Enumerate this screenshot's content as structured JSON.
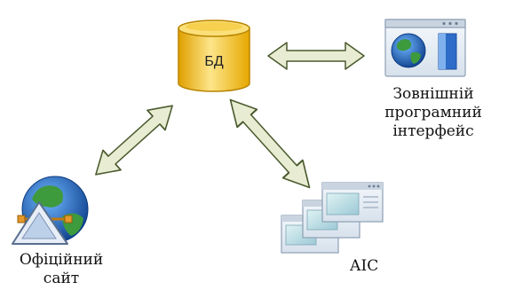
{
  "diagram": {
    "database": {
      "label": "БД",
      "icon": "database-cylinder-icon"
    },
    "external_api": {
      "label_lines": [
        "Зовнішній",
        "програмний",
        "інтерфейс"
      ],
      "icon": "browser-window-globe-icon"
    },
    "official_site": {
      "label_lines": [
        "Офіційний",
        "сайт"
      ],
      "icon": "globe-network-icon"
    },
    "ais": {
      "label": "АІС",
      "icon": "stacked-windows-icon"
    },
    "connections": [
      {
        "from": "database",
        "to": "external_api",
        "type": "bidirectional"
      },
      {
        "from": "database",
        "to": "official_site",
        "type": "bidirectional"
      },
      {
        "from": "database",
        "to": "ais",
        "type": "bidirectional"
      }
    ],
    "colors": {
      "db_gold": "#f2b711",
      "db_light": "#fde58a",
      "arrow_fill": "#e8ecd2",
      "arrow_stroke": "#4a5a2e",
      "globe_blue": "#1c5fb8",
      "globe_green": "#3d9a3d",
      "window_frame": "#c9d4e0"
    }
  }
}
